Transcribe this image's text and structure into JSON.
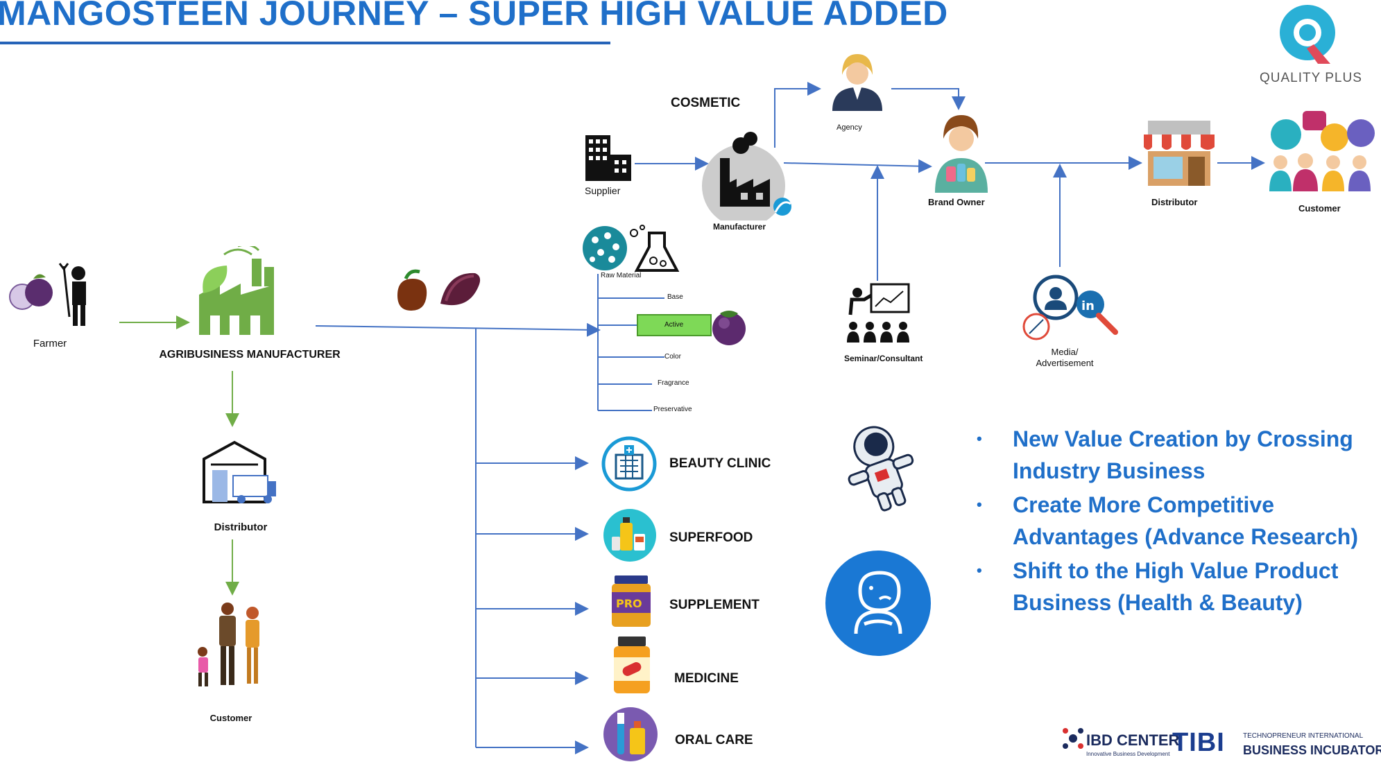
{
  "title": "MANGOSTEEN JOURNEY – SUPER HIGH VALUE ADDED",
  "left_chain": {
    "farmer": "Farmer",
    "agribusiness": "AGRIBUSINESS MANUFACTURER",
    "distributor": "Distributor",
    "customer": "Customer"
  },
  "cosmetic_chain": {
    "heading": "COSMETIC",
    "supplier": "Supplier",
    "manufacturer": "Manufacturer",
    "agency": "Agency",
    "brand_owner": "Brand Owner",
    "distributor": "Distributor",
    "customer": "Customer",
    "seminar": "Seminar/Consultant",
    "media": "Media/\nAdvertisement"
  },
  "raw_material": {
    "heading": "Raw Material",
    "items": [
      "Base",
      "Active",
      "Color",
      "Fragrance",
      "Preservative"
    ]
  },
  "categories": [
    "BEAUTY CLINIC",
    "SUPERFOOD",
    "SUPPLEMENT",
    "MEDICINE",
    "ORAL CARE"
  ],
  "bullets": [
    "New Value Creation by Crossing Industry Business",
    "Create More Competitive Advantages (Advance Research)",
    "Shift to the High Value Product Business (Health & Beauty)"
  ],
  "footer": {
    "ibd": "IBD CENTER",
    "ibd_sub": "Innovative Business Development",
    "tibi": "TIBI",
    "tibi_small": "TECHNOPRENEUR INTERNATIONAL",
    "tibi_big": "BUSINESS INCUBATOR",
    "quality_plus": "QUALITY PLUS"
  },
  "colors": {
    "title_blue": "#1f6fc9",
    "arrow_blue": "#4472c4",
    "arrow_green": "#70ad47",
    "active_green": "#7ed957"
  },
  "icons": {
    "farmer": "farmer-with-mangosteen-icon",
    "agribusiness": "green-factory-icon",
    "distributor": "warehouse-truck-icon",
    "customer": "family-icon",
    "supplier": "buildings-icon",
    "manufacturer": "factory-icon",
    "agency": "agent-person-icon",
    "brand_owner": "brand-owner-icon",
    "shop": "storefront-icon",
    "customers": "customer-group-icon",
    "seminar": "presentation-icon",
    "media": "linkedin-search-icon",
    "beauty_clinic": "clinic-icon",
    "superfood": "superfood-bottles-icon",
    "supplement": "protein-jar-icon",
    "medicine": "pill-bottle-icon",
    "oral_care": "toothbrush-icon",
    "astronaut": "astronaut-icon",
    "baby": "baby-icon"
  }
}
